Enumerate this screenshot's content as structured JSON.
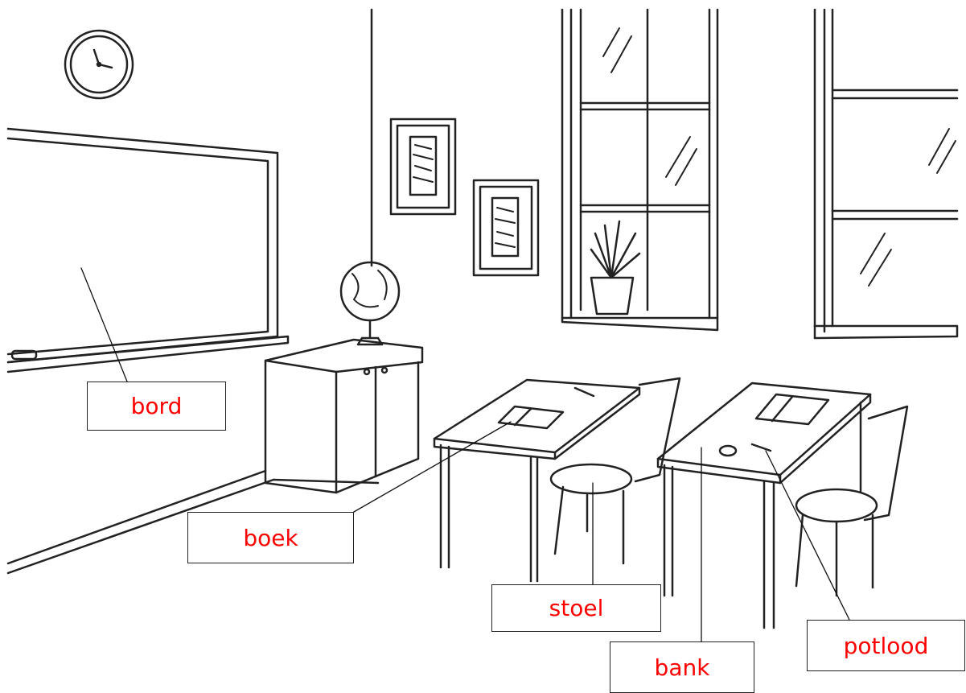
{
  "labels": {
    "bord": "bord",
    "boek": "boek",
    "stoel": "stoel",
    "bank": "bank",
    "potlood": "potlood"
  },
  "colors": {
    "label_text": "#ff0000",
    "line_art": "#222222",
    "background": "#ffffff"
  }
}
